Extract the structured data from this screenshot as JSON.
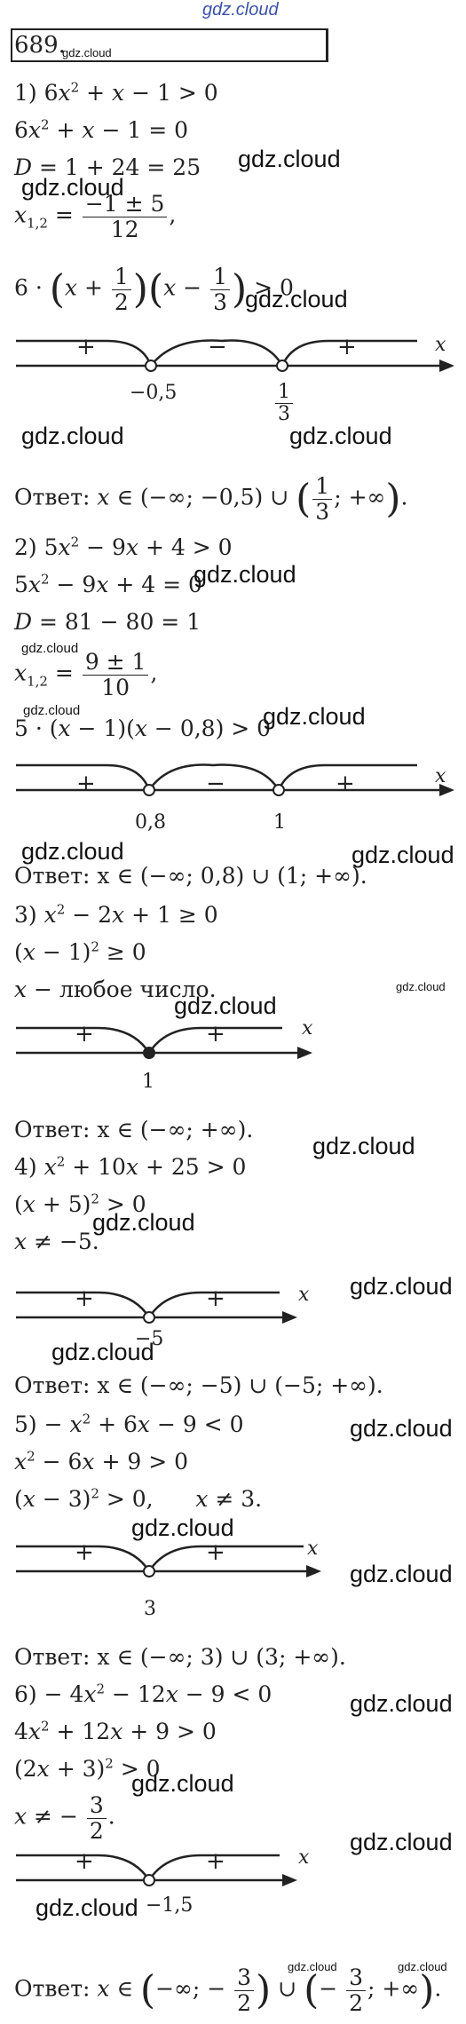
{
  "watermark": "gdz.cloud",
  "problem_number": "689.",
  "parts": {
    "p1": {
      "lines": [
        "1) 6x² + x − 1 > 0",
        "6x² + x − 1 = 0",
        "D = 1 + 24 = 25"
      ],
      "roots_prefix": "x₁,₂ =",
      "roots_num": "−1 ± 5",
      "roots_den": "12",
      "roots_suffix": ",",
      "factor": "6 · (x + 1/2)(x − 1/3) > 0",
      "axis": {
        "signs": [
          "+",
          "−",
          "+"
        ],
        "p1": "−0,5",
        "p2_num": "1",
        "p2_den": "3",
        "var": "x"
      },
      "answer": "Ответ: x ∈ (−∞; −0,5) ∪ (1/3; +∞)."
    },
    "p2": {
      "lines": [
        "2) 5x² − 9x + 4 > 0",
        "5x² − 9x + 4 = 0",
        "D = 81 − 80 = 1"
      ],
      "roots_prefix": "x₁,₂ =",
      "roots_num": "9 ± 1",
      "roots_den": "10",
      "roots_suffix": ",",
      "factor": "5 · (x − 1)(x − 0,8) > 0",
      "axis": {
        "signs": [
          "+",
          "−",
          "+"
        ],
        "p1": "0,8",
        "p2": "1",
        "var": "x"
      },
      "answer": "Ответ: x ∈ (−∞; 0,8) ∪ (1; +∞)."
    },
    "p3": {
      "lines": [
        "3) x² − 2x + 1 ≥ 0",
        "(x − 1)² ≥ 0",
        "x − любое число."
      ],
      "axis": {
        "signs": [
          "+",
          "+"
        ],
        "p1": "1",
        "var": "x"
      },
      "answer": "Ответ: x ∈ (−∞; +∞)."
    },
    "p4": {
      "lines": [
        "4) x² + 10x + 25 > 0",
        "(x + 5)² > 0",
        "x ≠ −5."
      ],
      "axis": {
        "signs": [
          "+",
          "+"
        ],
        "p1": "−5",
        "var": "x"
      },
      "answer": "Ответ: x ∈ (−∞; −5) ∪ (−5; +∞)."
    },
    "p5": {
      "lines": [
        "5) − x² + 6x − 9 < 0",
        "x² − 6x + 9 > 0",
        "(x − 3)² > 0,      x ≠ 3."
      ],
      "axis": {
        "signs": [
          "+",
          "+"
        ],
        "p1": "3",
        "var": "x"
      },
      "answer": "Ответ:  x ∈ (−∞; 3) ∪ (3; +∞)."
    },
    "p6": {
      "lines": [
        "6) − 4x² − 12x − 9 < 0",
        "4x² + 12x + 9 > 0",
        "(2x + 3)² > 0"
      ],
      "neq": "x ≠ −3/2.",
      "axis": {
        "signs": [
          "+",
          "+"
        ],
        "p1": "−1,5",
        "var": "x"
      },
      "answer": "Ответ: x ∈ (−∞; −3/2) ∪ (−3/2; +∞)."
    }
  }
}
